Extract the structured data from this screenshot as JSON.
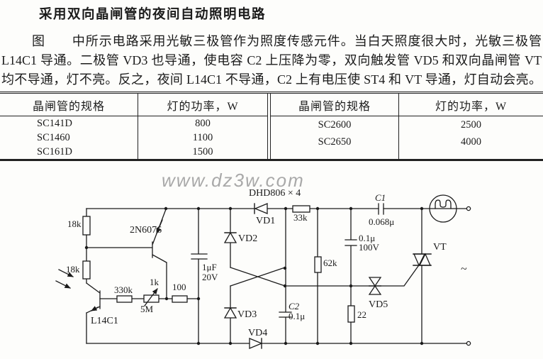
{
  "title": "采用双向晶闸管的夜间自动照明电路",
  "paragraph": {
    "lines": [
      "图　　中所示电路采用光敏三极管作为照度传感元件。当白天照度很大时，光敏三极管",
      "L14C1 导通。二极管 VD3 也导通，使电容 C2 上压降为零，双向触发管 VD5 和双向晶闸管 VT",
      "均不导通，灯不亮。反之，夜间 L14C1 不导通，C2 上有电压使 ST4 和 VT 导通，灯自动会亮。"
    ]
  },
  "table": {
    "left": {
      "headers": [
        "晶闸管的规格",
        "灯的功率，W"
      ],
      "rows": [
        [
          "SC141D",
          "800"
        ],
        [
          "SC1460",
          "1100"
        ],
        [
          "SC161D",
          "1500"
        ]
      ]
    },
    "right": {
      "headers": [
        "晶闸管的规格",
        "灯的功率，W"
      ],
      "rows": [
        [
          "SC2600",
          "2500"
        ],
        [
          "SC2650",
          "4000"
        ]
      ]
    }
  },
  "watermark": "www.dz3w.com",
  "circuit": {
    "labels": {
      "r18_top": "18k",
      "r18_bot": "18k",
      "q_2n6076": "2N6076",
      "photo_l14c1": "L14C1",
      "r_330k": "330k",
      "r_1k": "1k",
      "pot_5m": "5M",
      "r_100": "100",
      "cap_1uf": "1μF",
      "cap_1uf_v": "20V",
      "diode_set": "DHD806 × 4",
      "vd1": "VD1",
      "vd2": "VD2",
      "vd3": "VD3",
      "vd4": "VD4",
      "vd5": "VD5",
      "c2": "C2",
      "c2_val": "0.1μ",
      "r_33k": "33k",
      "r_62k": "62k",
      "cap_01": "0.1μ",
      "cap_01_v": "100V",
      "r_22": "22",
      "c1": "C1",
      "c1_val": "0.068μ",
      "vt": "VT",
      "ac": "~"
    }
  }
}
